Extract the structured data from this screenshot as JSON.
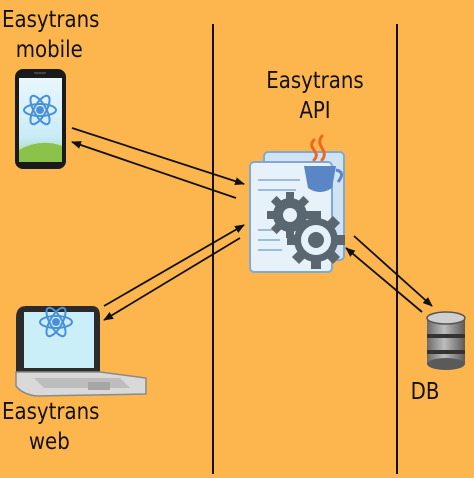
{
  "diagram": {
    "nodes": {
      "mobile": {
        "line1": "Easytrans",
        "line2": "mobile",
        "icon": "smartphone-react-icon"
      },
      "api": {
        "line1": "Easytrans",
        "line2": "API",
        "icon": "java-document-gears-icon"
      },
      "web": {
        "line1": "Easytrans",
        "line2": "web",
        "icon": "laptop-react-icon"
      },
      "db": {
        "label": "DB",
        "icon": "database-icon"
      }
    },
    "edges": [
      {
        "from": "mobile",
        "to": "api",
        "direction": "two-way"
      },
      {
        "from": "web",
        "to": "api",
        "direction": "two-way"
      },
      {
        "from": "api",
        "to": "db",
        "direction": "two-way"
      }
    ],
    "colors": {
      "background": "#FDB64E",
      "react_blue": "#4A90D9",
      "gear": "#5B6770",
      "doc_blue": "#A9CBE9",
      "java_orange": "#E96A1E"
    }
  }
}
